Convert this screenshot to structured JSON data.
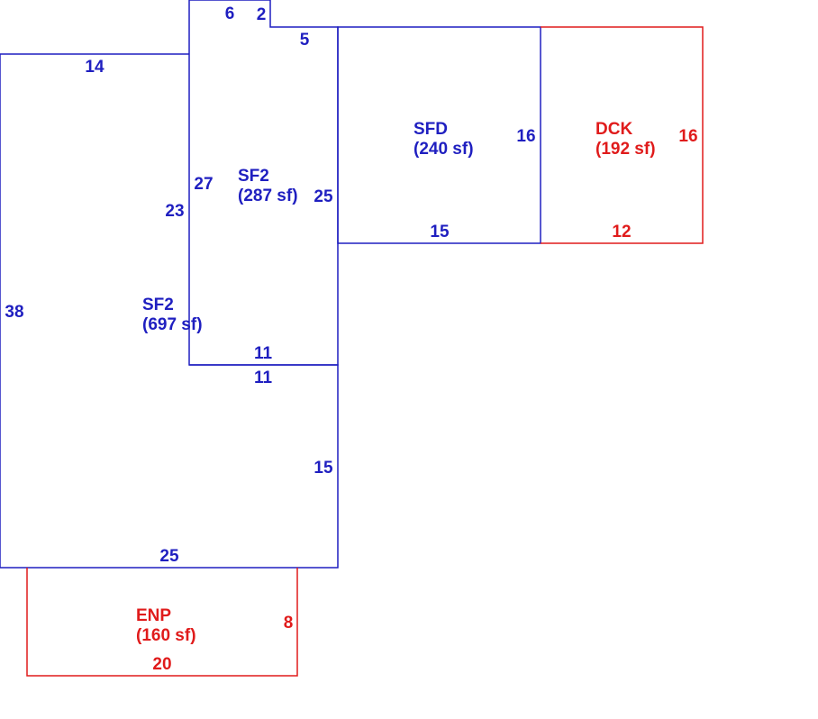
{
  "colors": {
    "main": "#1f1fc0",
    "secondary": "#e01b1b"
  },
  "areas": {
    "sf2_main": {
      "code": "SF2",
      "area": "(697 sf)"
    },
    "sf2_upper": {
      "code": "SF2",
      "area": "(287 sf)"
    },
    "sfd": {
      "code": "SFD",
      "area": "(240 sf)"
    },
    "dck": {
      "code": "DCK",
      "area": "(192 sf)"
    },
    "enp": {
      "code": "ENP",
      "area": "(160 sf)"
    }
  },
  "dimensions": {
    "sf2_upper_top_left": "6",
    "sf2_upper_notch": "2",
    "sf2_upper_top_right": "5",
    "sf2_main_top": "14",
    "sf2_upper_left": "27",
    "sf2_main_inner": "23",
    "sf2_upper_right": "25",
    "sf2_main_left": "38",
    "sf2_upper_bottom": "11",
    "sf2_main_step": "11",
    "sf2_main_right": "15",
    "sf2_main_bottom": "25",
    "sfd_right": "16",
    "sfd_bottom": "15",
    "dck_right": "16",
    "dck_bottom": "12",
    "enp_right": "8",
    "enp_bottom": "20"
  }
}
